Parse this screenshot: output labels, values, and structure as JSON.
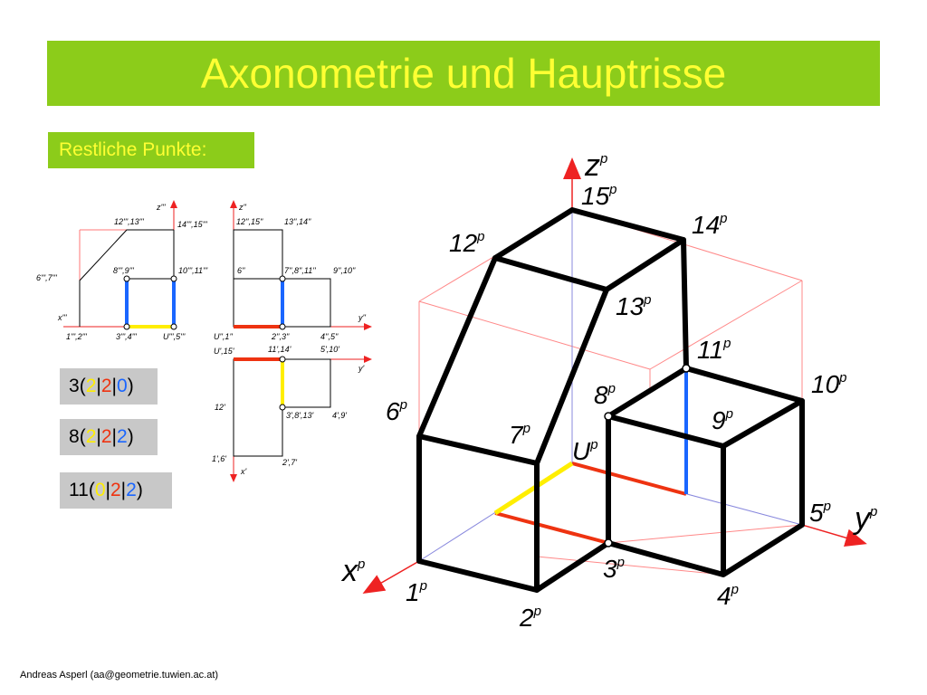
{
  "title": "Axonometrie und Hauptrisse",
  "subtitle": "Restliche Punkte:",
  "footer": "Andreas Asperl (aa@geometrie.tuwien.ac.at)",
  "colors": {
    "banner": "#8ccc1a",
    "banner_text": "#ffff33",
    "red": "#ee3311",
    "blue": "#1a66ff",
    "yellow": "#ffee00",
    "guide": "#ff7777"
  },
  "coords": [
    {
      "label": "3",
      "x": "2",
      "y": "2",
      "z": "0"
    },
    {
      "label": "8",
      "x": "2",
      "y": "2",
      "z": "2"
    },
    {
      "label": "11",
      "x": "0",
      "y": "2",
      "z": "2"
    }
  ],
  "side_view": {
    "axis_z": "z'''",
    "axis_x": "x'''",
    "labels": [
      "12''',13'''",
      "14''',15'''",
      "6''',7'''",
      "8''',9'''",
      "10''',11'''",
      "1''',2'''",
      "3''',4'''",
      "U''',5'''"
    ]
  },
  "front_view": {
    "axis_z": "z''",
    "axis_y": "y''",
    "labels": [
      "12'',15''",
      "13'',14''",
      "6''",
      "7'',8'',11''",
      "9'',10''",
      "U'',1''",
      "2'',3''",
      "4'',5''"
    ]
  },
  "top_view": {
    "axis_y": "y'",
    "axis_x": "x'",
    "labels": [
      "U',15'",
      "11',14'",
      "5',10'",
      "12'",
      "3',8',13'",
      "4',9'",
      "1',6'",
      "2',7'"
    ]
  },
  "axonometric": {
    "axis_labels": {
      "x": "x",
      "y": "y",
      "z": "z"
    },
    "suffix": "p",
    "points": [
      "15",
      "14",
      "12",
      "13",
      "11",
      "10",
      "8",
      "6",
      "9",
      "7",
      "U",
      "5",
      "3",
      "1",
      "4",
      "2"
    ]
  }
}
